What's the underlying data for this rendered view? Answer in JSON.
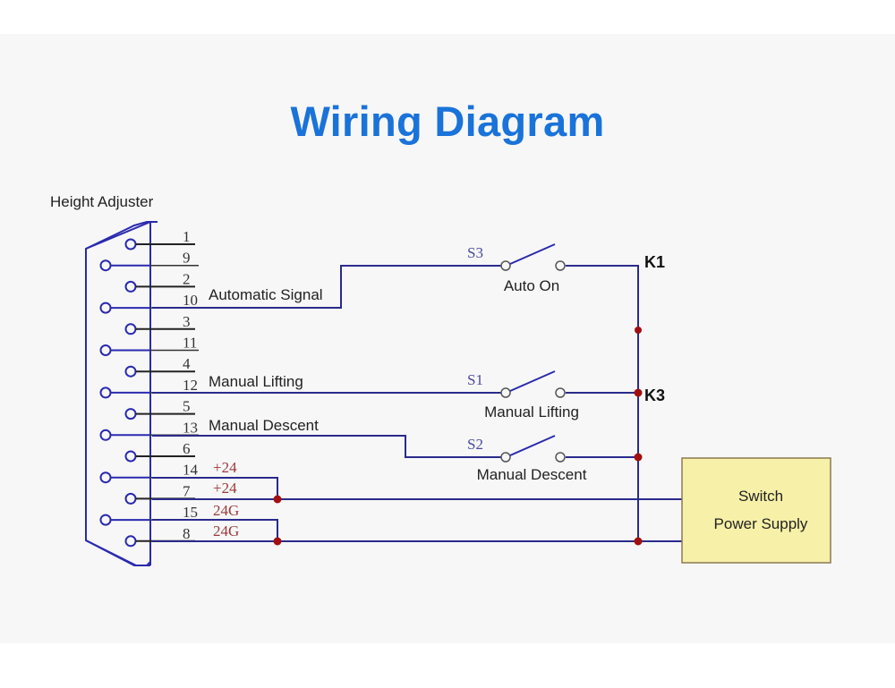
{
  "title": "Wiring Diagram",
  "connector": {
    "label": "Height Adjuster",
    "pins": [
      "1",
      "9",
      "2",
      "10",
      "3",
      "11",
      "4",
      "12",
      "5",
      "13",
      "6",
      "14",
      "7",
      "15",
      "8"
    ]
  },
  "signals": {
    "automatic_signal": "Automatic Signal",
    "manual_lifting": "Manual Lifting",
    "manual_descent": "Manual Descent",
    "plus24_a": "+24",
    "plus24_b": "+24",
    "g24_a": "24G",
    "g24_b": "24G"
  },
  "switches": [
    {
      "id": "S3",
      "label": "Auto On"
    },
    {
      "id": "S1",
      "label": "Manual Lifting"
    },
    {
      "id": "S2",
      "label": "Manual Descent"
    }
  ],
  "terminals": {
    "k1": "K1",
    "k3": "K3"
  },
  "power_supply": {
    "line1": "Switch",
    "line2": "Power Supply",
    "fill": "#f7f0a8"
  },
  "colors": {
    "wire": "#2a2a8c",
    "junction": "#a01010",
    "title": "#1a73d9"
  }
}
